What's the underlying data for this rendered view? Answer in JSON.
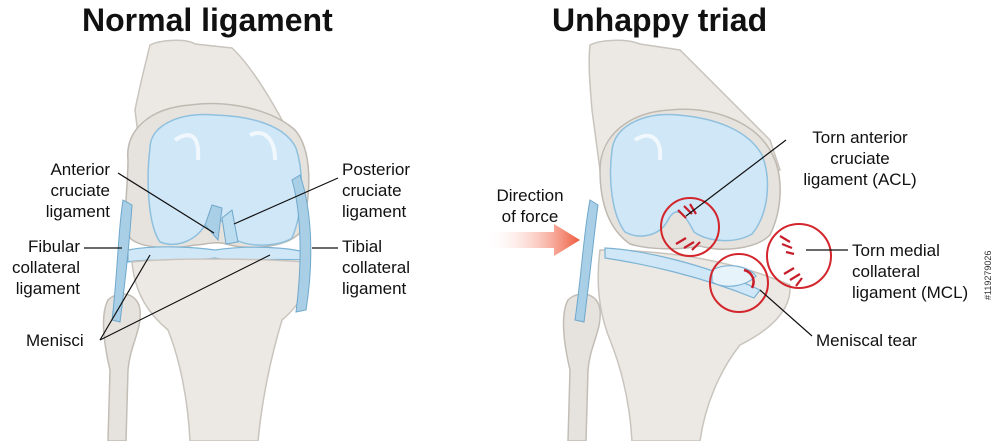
{
  "panels": {
    "left_title": "Normal ligament",
    "right_title": "Unhappy triad"
  },
  "left_labels": {
    "acl": [
      "Anterior",
      "cruciate",
      "ligament"
    ],
    "pcl": [
      "Posterior",
      "cruciate",
      "ligament"
    ],
    "fibular": [
      "Fibular",
      "collateral",
      "ligament"
    ],
    "tibial": [
      "Tibial",
      "collateral",
      "ligament"
    ],
    "menisci": "Menisci"
  },
  "right_labels": {
    "force": [
      "Direction",
      "of force"
    ],
    "torn_acl": [
      "Torn anterior",
      "cruciate",
      "ligament (ACL)"
    ],
    "torn_mcl": [
      "Torn medial",
      "collateral",
      "ligament (MCL)"
    ],
    "meniscal_tear": "Meniscal tear"
  },
  "stock_id": "#119279026",
  "colors": {
    "bone": "#ece9e4",
    "bone_shade": "#d7d3cd",
    "cartilage": "#cfe7f7",
    "ligament": "#a9cfe6",
    "force_arrow": "#ef5a3c",
    "circle": "#d3262c",
    "tear": "#c81e2b"
  }
}
